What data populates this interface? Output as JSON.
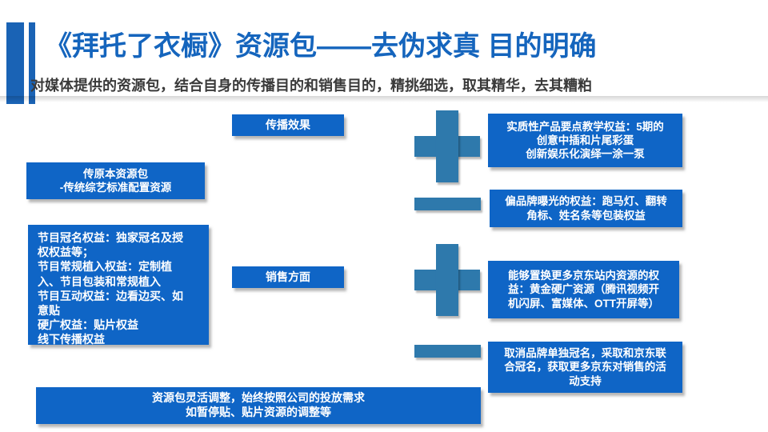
{
  "slide": {
    "title": "《拜托了衣橱》资源包——去伪求真 目的明确",
    "subtitle": "对媒体提供的资源包，结合自身的传播目的和销售目的，精挑细选，取其精华，去其糟粕"
  },
  "labels": {
    "spread": "传播效果",
    "sales": "销售方面"
  },
  "boxes": {
    "original_package": {
      "lines": [
        "传原本资源包",
        "-传统综艺标准配置资源"
      ]
    },
    "rights_detail": {
      "lines": [
        "节目冠名权益：独家冠名及授",
        "权权益等；",
        "节目常规植入权益：定制植",
        "入、节目包装和常规植入",
        "节目互动权益：边看边买、如",
        "意贴",
        "硬广权益：贴片权益",
        "线下传播权益"
      ]
    },
    "spread_plus": {
      "lines": [
        "实质性产品要点教学权益：5期的",
        "创意中插和片尾彩蛋",
        "创新娱乐化演绎一涂一泵"
      ]
    },
    "spread_minus": {
      "lines": [
        "偏品牌曝光的权益：跑马灯、翻转",
        "角标、姓名条等包装权益"
      ]
    },
    "sales_plus": {
      "lines": [
        "能够置换更多京东站内资源的权",
        "益：黄金硬广资源（腾讯视频开",
        "机闪屏、富媒体、OTT开屏等）"
      ]
    },
    "sales_minus": {
      "lines": [
        "取消品牌单独冠名，采取和京东联",
        "合冠名，获取更多京东对销售的活",
        "动支持"
      ]
    },
    "adjustment": {
      "lines": [
        "资源包灵活调整，始终按照公司的投放需求",
        "如暂停贴、贴片资源的调整等"
      ]
    }
  },
  "colors": {
    "box_blue": "#0f65c6",
    "symbol_blue": "#2e79ac",
    "title_blue": "#1565bd",
    "accent_bar_blue": "#1a63b5",
    "subtitle_gray": "#3a3a3a"
  }
}
